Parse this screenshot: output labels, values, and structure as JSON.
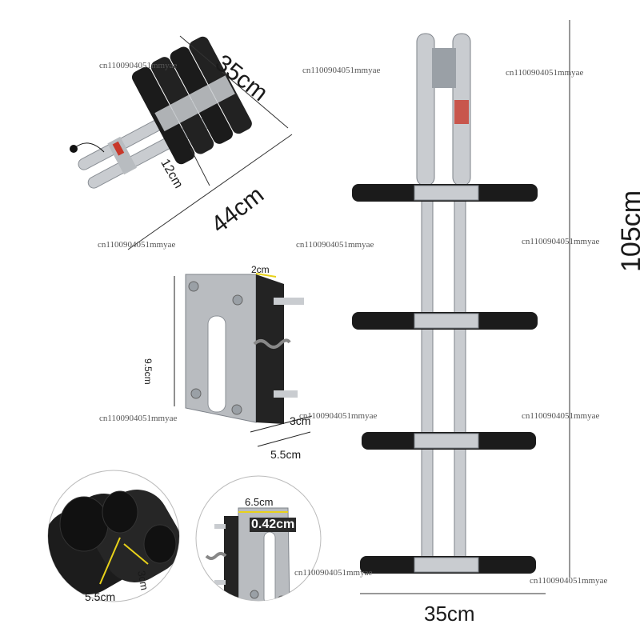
{
  "dimensions": {
    "folded_width": "35cm",
    "folded_length": "44cm",
    "folded_depth": "12cm",
    "bracket_width": "2cm",
    "bracket_height": "9.5cm",
    "bracket_depth": "3cm",
    "bracket_base": "5.5cm",
    "step_width": "5.5cm",
    "step_height": "3cm",
    "mount_width": "6.5cm",
    "mount_thickness": "0.42cm",
    "ladder_height": "105cm",
    "ladder_width": "35cm"
  },
  "watermarks": [
    "cn1100904051mmyae",
    "cn1100904051mmyae",
    "cn1100904051mmyae",
    "cn1100904051mmyae",
    "cn1100904051mmyae",
    "cn1100904051mmyae",
    "cn1100904051mmyae",
    "cn1100904051mmyae",
    "cn1100904051mmyae",
    "cn1100904051mmyae",
    "cn1100904051mmyae"
  ],
  "colors": {
    "steel": "#c9ccd0",
    "steel_dark": "#8a8f95",
    "rubber": "#1b1b1b",
    "accent_line": "#e8d21a",
    "label_red": "#c8382a"
  }
}
